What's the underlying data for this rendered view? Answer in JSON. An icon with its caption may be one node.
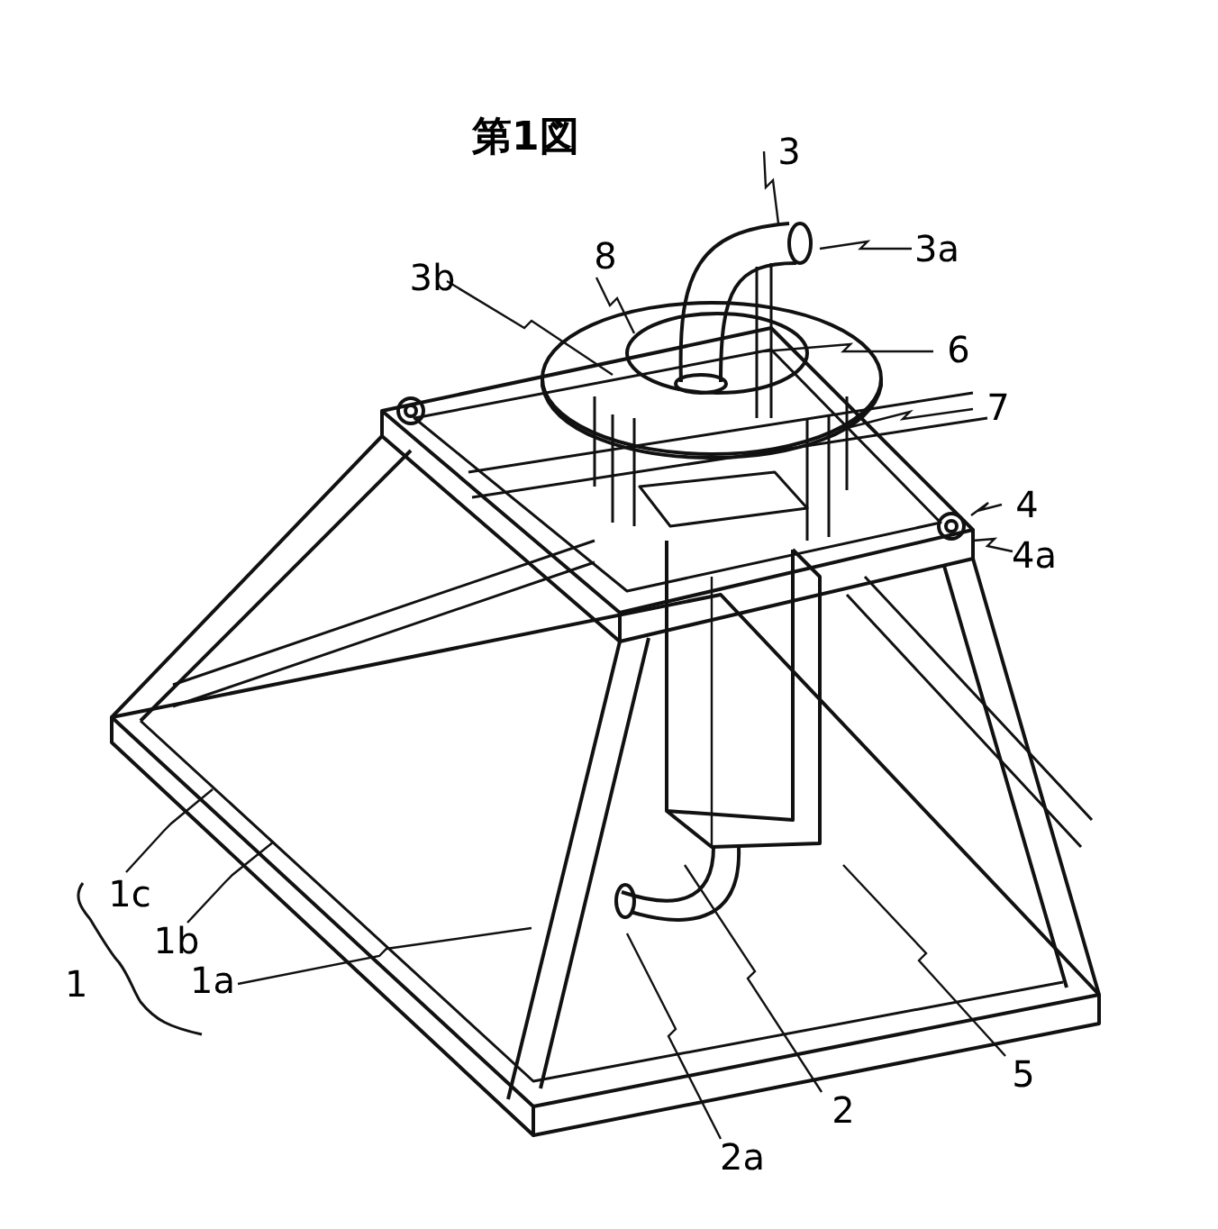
{
  "diagram": {
    "title": "第1図",
    "nodes": [
      {
        "text": [
          "3"
        ]
      },
      {
        "text": [
          "3a"
        ]
      },
      {
        "text": [
          "3b"
        ]
      },
      {
        "text": [
          "8"
        ]
      },
      {
        "text": [
          "6"
        ]
      },
      {
        "text": [
          "7"
        ]
      },
      {
        "text": [
          "4"
        ]
      },
      {
        "text": [
          "4a"
        ]
      },
      {
        "text": [
          "1c"
        ]
      },
      {
        "text": [
          "1b"
        ]
      },
      {
        "text": [
          "1a"
        ]
      },
      {
        "text": [
          "5"
        ]
      },
      {
        "text": [
          "2"
        ]
      },
      {
        "text": [
          "2a"
        ]
      }
    ],
    "edges": [
      {
        "from": 0,
        "to": null,
        "arrow": "none"
      },
      {
        "from": 1,
        "to": null,
        "arrow": "none"
      },
      {
        "from": 2,
        "to": null,
        "arrow": "none"
      },
      {
        "from": 3,
        "to": null,
        "arrow": "none"
      },
      {
        "from": 4,
        "to": null,
        "arrow": "none"
      },
      {
        "from": 5,
        "to": null,
        "arrow": "none"
      },
      {
        "from": 6,
        "to": null,
        "arrow": "none"
      },
      {
        "from": 7,
        "to": null,
        "arrow": "none"
      },
      {
        "from": 8,
        "to": null,
        "arrow": "none"
      },
      {
        "from": 9,
        "to": null,
        "arrow": "none"
      },
      {
        "from": 10,
        "to": null,
        "arrow": "none"
      },
      {
        "from": 11,
        "to": null,
        "arrow": "none"
      },
      {
        "from": 12,
        "to": null,
        "arrow": "none"
      },
      {
        "from": 13,
        "to": null,
        "arrow": "none"
      }
    ],
    "labels": [
      "1"
    ]
  }
}
